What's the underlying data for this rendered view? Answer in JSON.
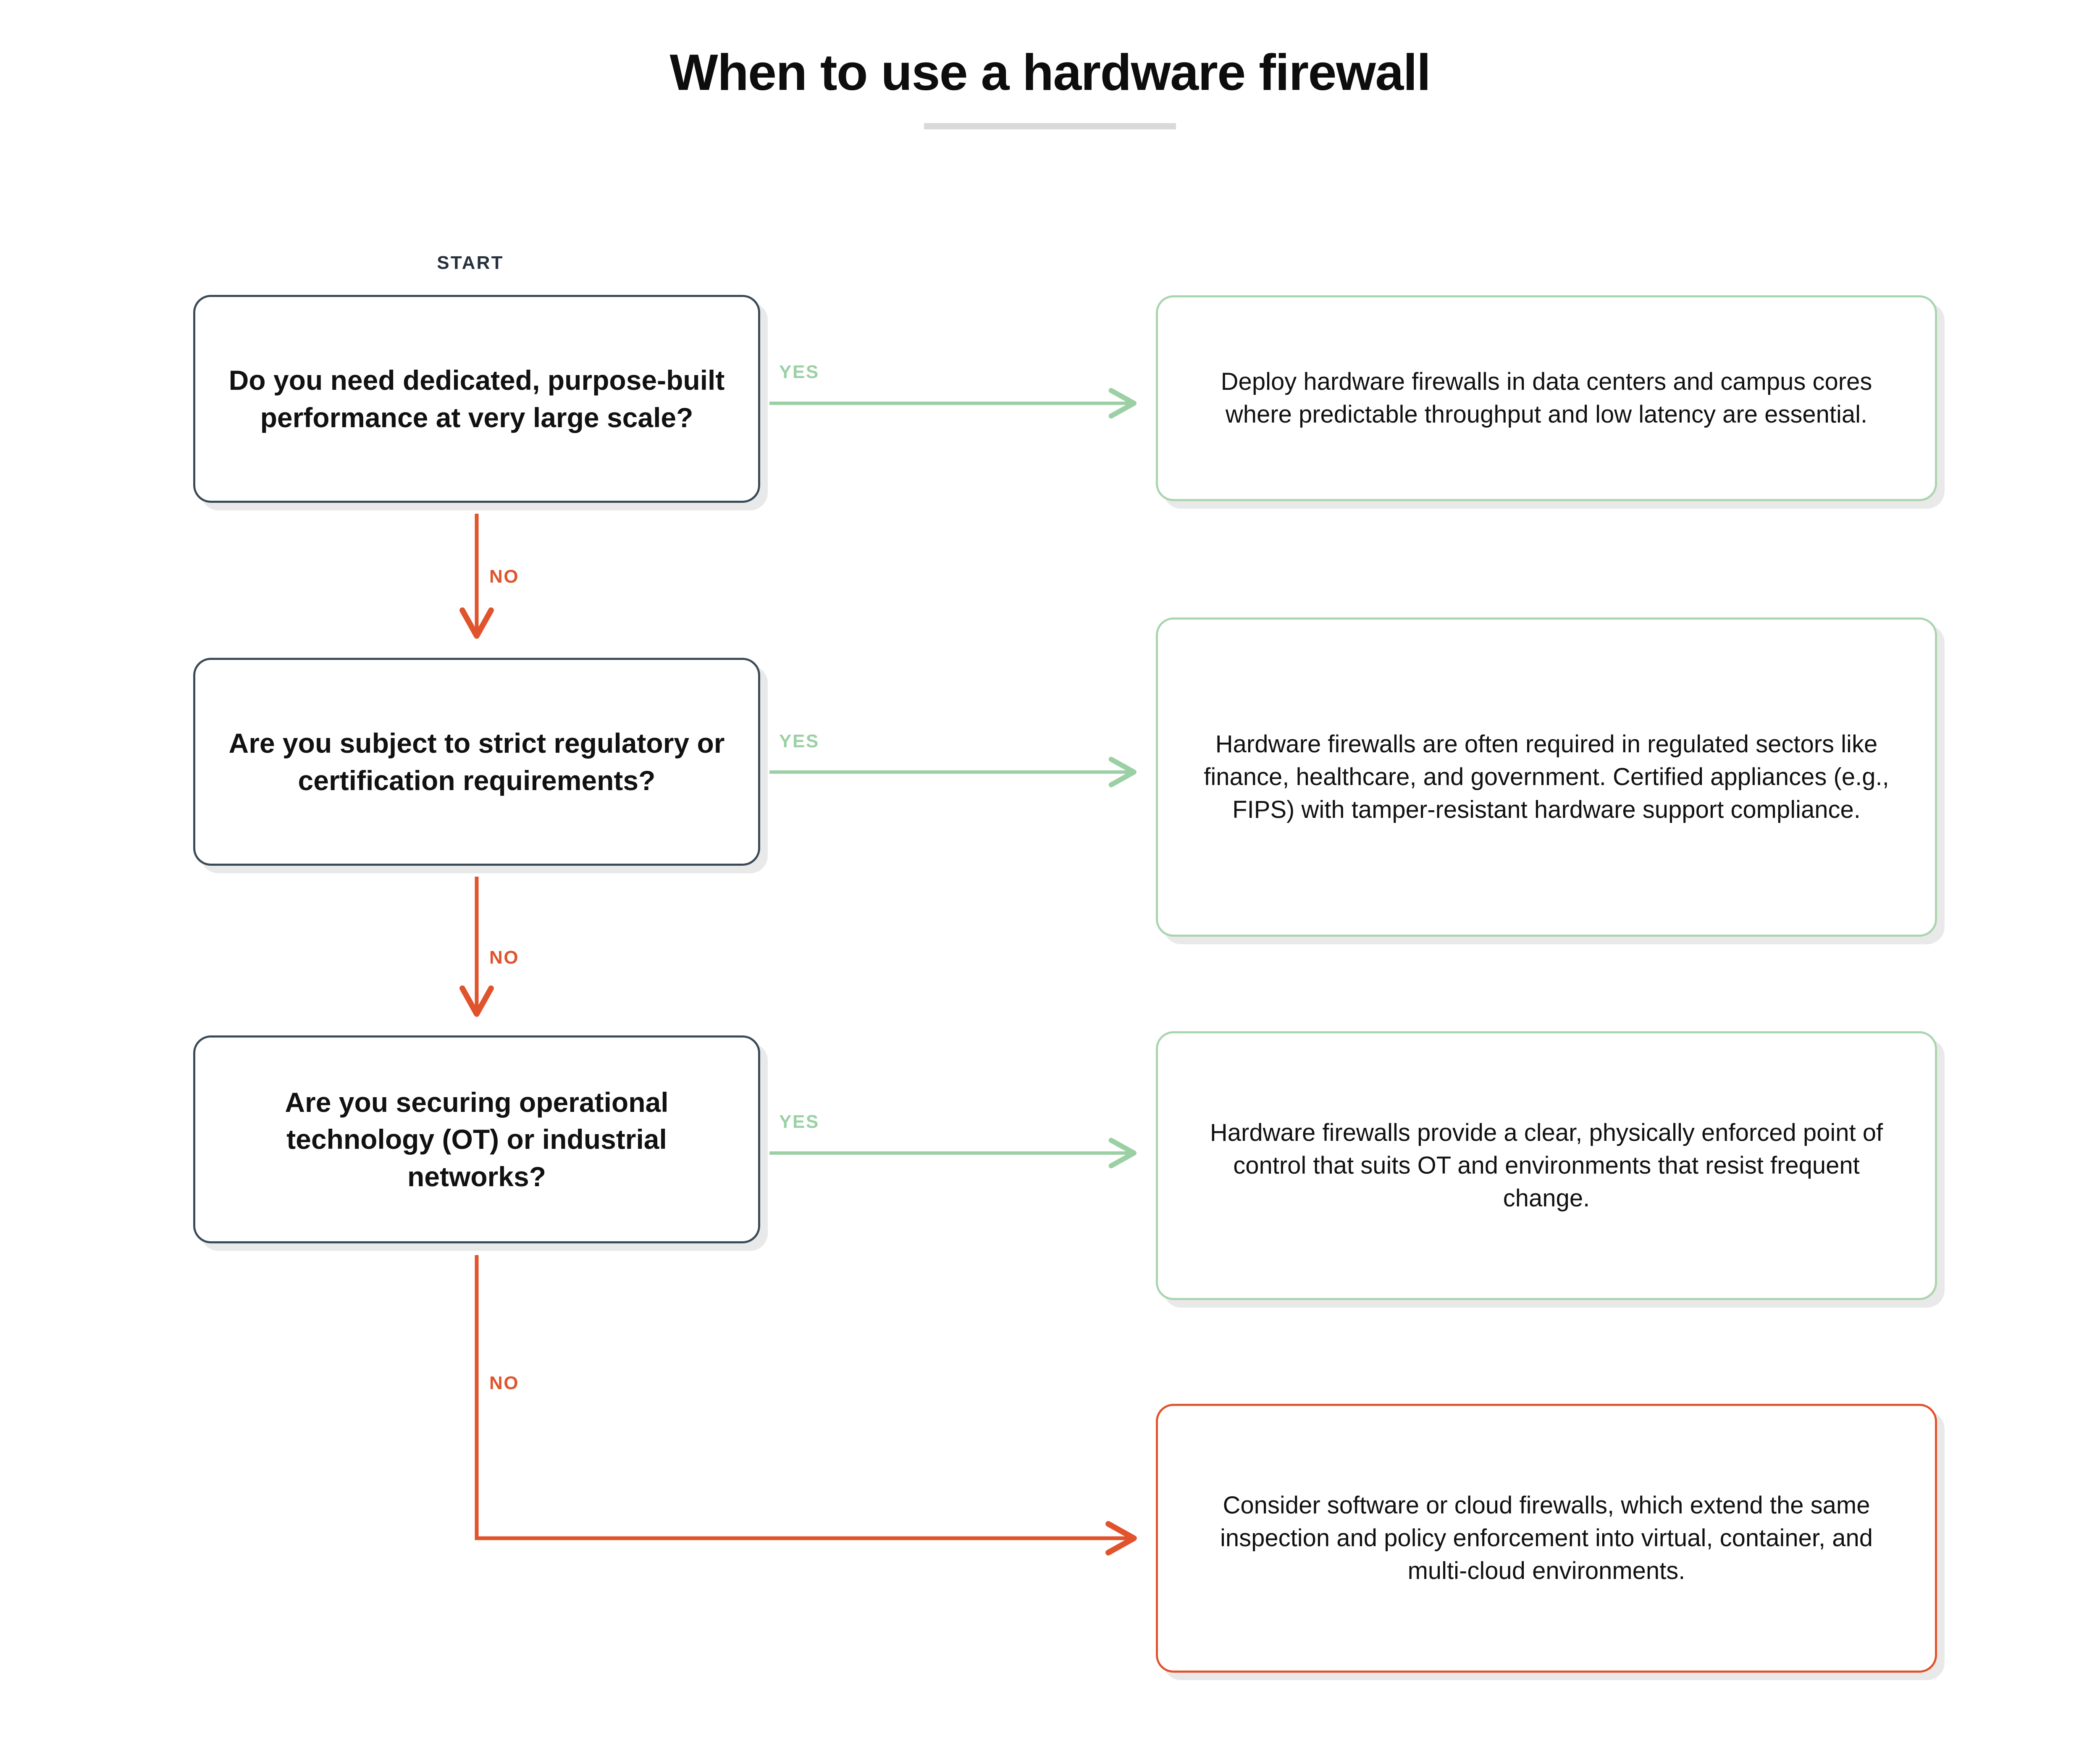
{
  "header": {
    "title": "When to use a hardware firewall",
    "underline_color": "#d9d9d9"
  },
  "colors": {
    "yes_accent": "#9bd0a4",
    "no_accent": "#e0532c",
    "decision_border": "#3a4a56",
    "outcome_border": "#a9d5ae",
    "final_border": "#e0532c",
    "start_label": "#26313c",
    "text": "#111111",
    "shadow": "#e9e9e9",
    "background": "#ffffff"
  },
  "flow": {
    "start_label": "START",
    "yes_label": "YES",
    "no_label": "NO",
    "decisions": [
      {
        "id": "q1",
        "text": "Do you need dedicated, purpose-built performance at very large scale?"
      },
      {
        "id": "q2",
        "text": "Are you subject to strict regulatory or certification requirements?"
      },
      {
        "id": "q3",
        "text": "Are you securing operational technology (OT) or industrial networks?"
      }
    ],
    "outcomes": [
      {
        "id": "a1",
        "kind": "yes",
        "text": "Deploy hardware firewalls in data centers and campus cores where predictable throughput and low latency are essential."
      },
      {
        "id": "a2",
        "kind": "yes",
        "text": "Hardware firewalls are often required in regulated sectors like finance, healthcare, and government. Certified appliances (e.g., FIPS) with tamper-resistant hardware support compliance."
      },
      {
        "id": "a3",
        "kind": "yes",
        "text": "Hardware firewalls provide a clear, physically enforced point of control that suits OT and environments that resist frequent change."
      },
      {
        "id": "a4",
        "kind": "no",
        "text": "Consider software or cloud firewalls, which extend the same inspection and policy enforcement into virtual, container, and multi-cloud environments."
      }
    ],
    "edges": [
      {
        "from": "q1",
        "to": "a1",
        "label": "YES",
        "kind": "yes"
      },
      {
        "from": "q1",
        "to": "q2",
        "label": "NO",
        "kind": "no"
      },
      {
        "from": "q2",
        "to": "a2",
        "label": "YES",
        "kind": "yes"
      },
      {
        "from": "q2",
        "to": "q3",
        "label": "NO",
        "kind": "no"
      },
      {
        "from": "q3",
        "to": "a3",
        "label": "YES",
        "kind": "yes"
      },
      {
        "from": "q3",
        "to": "a4",
        "label": "NO",
        "kind": "no"
      }
    ]
  }
}
